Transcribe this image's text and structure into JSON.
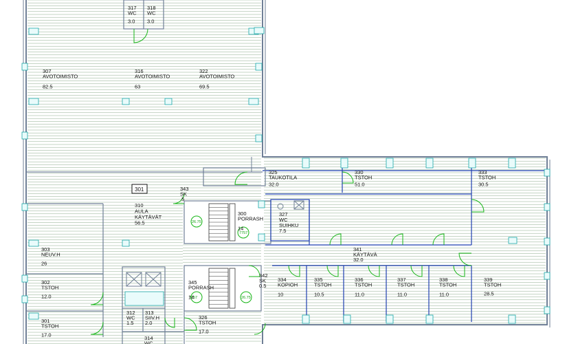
{
  "plan_label": "301",
  "rooms": [
    {
      "id": "r317",
      "lines": [
        "317",
        "WC",
        "3.0"
      ]
    },
    {
      "id": "r318",
      "lines": [
        "318",
        "WC",
        "3.0"
      ]
    },
    {
      "id": "r307",
      "lines": [
        "307",
        "AVOTOIMISTO",
        "82.5"
      ]
    },
    {
      "id": "r316",
      "lines": [
        "316",
        "AVOTOIMISTO",
        "63"
      ]
    },
    {
      "id": "r322",
      "lines": [
        "322",
        "AVOTOIMISTO",
        "69.5"
      ]
    },
    {
      "id": "r325",
      "lines": [
        "325",
        "TAUKOTILA",
        "32.0"
      ]
    },
    {
      "id": "r330",
      "lines": [
        "330",
        "TSTOH",
        "51.0"
      ]
    },
    {
      "id": "r333",
      "lines": [
        "333",
        "TSTOH",
        "30.5"
      ]
    },
    {
      "id": "r343",
      "lines": [
        "343",
        "SK",
        ".5"
      ]
    },
    {
      "id": "r310",
      "lines": [
        "310",
        "AULA",
        "KÄYTÄVÄT",
        "56.5"
      ]
    },
    {
      "id": "r300",
      "lines": [
        "300",
        "PORRASH",
        "14"
      ]
    },
    {
      "id": "r327",
      "lines": [
        "327",
        "WC",
        "SUIHKU",
        "7.5"
      ]
    },
    {
      "id": "r303",
      "lines": [
        "303",
        "NEUV.H",
        "26"
      ]
    },
    {
      "id": "r341",
      "lines": [
        "341",
        "KÄYTÄVÄ",
        "32.0"
      ]
    },
    {
      "id": "r302",
      "lines": [
        "302",
        "TSTOH",
        "12.0"
      ]
    },
    {
      "id": "r345",
      "lines": [
        "345",
        "PORRASH",
        "14"
      ]
    },
    {
      "id": "r342",
      "lines": [
        "342",
        "SK",
        "0.5"
      ]
    },
    {
      "id": "r334",
      "lines": [
        "334",
        "KOPIOH",
        "10"
      ]
    },
    {
      "id": "r335",
      "lines": [
        "335",
        "TSTOH",
        "10.5"
      ]
    },
    {
      "id": "r336",
      "lines": [
        "336",
        "TSTOH",
        "11.0"
      ]
    },
    {
      "id": "r337",
      "lines": [
        "337",
        "TSTOH",
        "11.0"
      ]
    },
    {
      "id": "r338",
      "lines": [
        "338",
        "TSTOH",
        "11.0"
      ]
    },
    {
      "id": "r339",
      "lines": [
        "339",
        "TSTOH",
        "28.5"
      ]
    },
    {
      "id": "r301",
      "lines": [
        "301",
        "TSTOH",
        "17.0"
      ]
    },
    {
      "id": "r312",
      "lines": [
        "312",
        "WC",
        "1.5"
      ]
    },
    {
      "id": "r313",
      "lines": [
        "313",
        "SIIV.H",
        "2.0"
      ]
    },
    {
      "id": "r326",
      "lines": [
        "326",
        "TSTOH",
        "17.0"
      ]
    },
    {
      "id": "r314",
      "lines": [
        "314",
        "WC"
      ]
    }
  ],
  "stair_marks": [
    "26.75",
    "7757",
    "26.75",
    "7757"
  ]
}
